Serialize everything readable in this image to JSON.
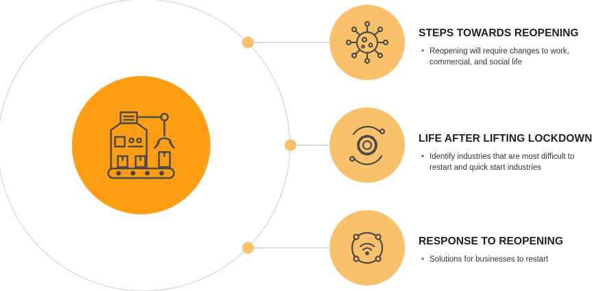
{
  "colors": {
    "accent_orange": "#FF9E12",
    "light_orange": "#F9C16A",
    "icon_stroke": "#4A4A4A",
    "ring": "#D6D6D6",
    "connector": "#C8C8C8"
  },
  "center": {
    "icon": "factory-robot-arm-icon"
  },
  "items": [
    {
      "title": "STEPS TOWARDS REOPENING",
      "bullet": "Reopening will require changes to work, commercial, and social life",
      "icon": "virus-icon"
    },
    {
      "title": "LIFE AFTER LIFTING LOCKDOWN",
      "bullet": "Identify industries that are most difficult to restart and quick start industries",
      "icon": "gear-cycle-icon"
    },
    {
      "title": "RESPONSE TO REOPENING",
      "bullet": "Solutions for businesses to restart",
      "icon": "wifi-network-icon"
    }
  ]
}
